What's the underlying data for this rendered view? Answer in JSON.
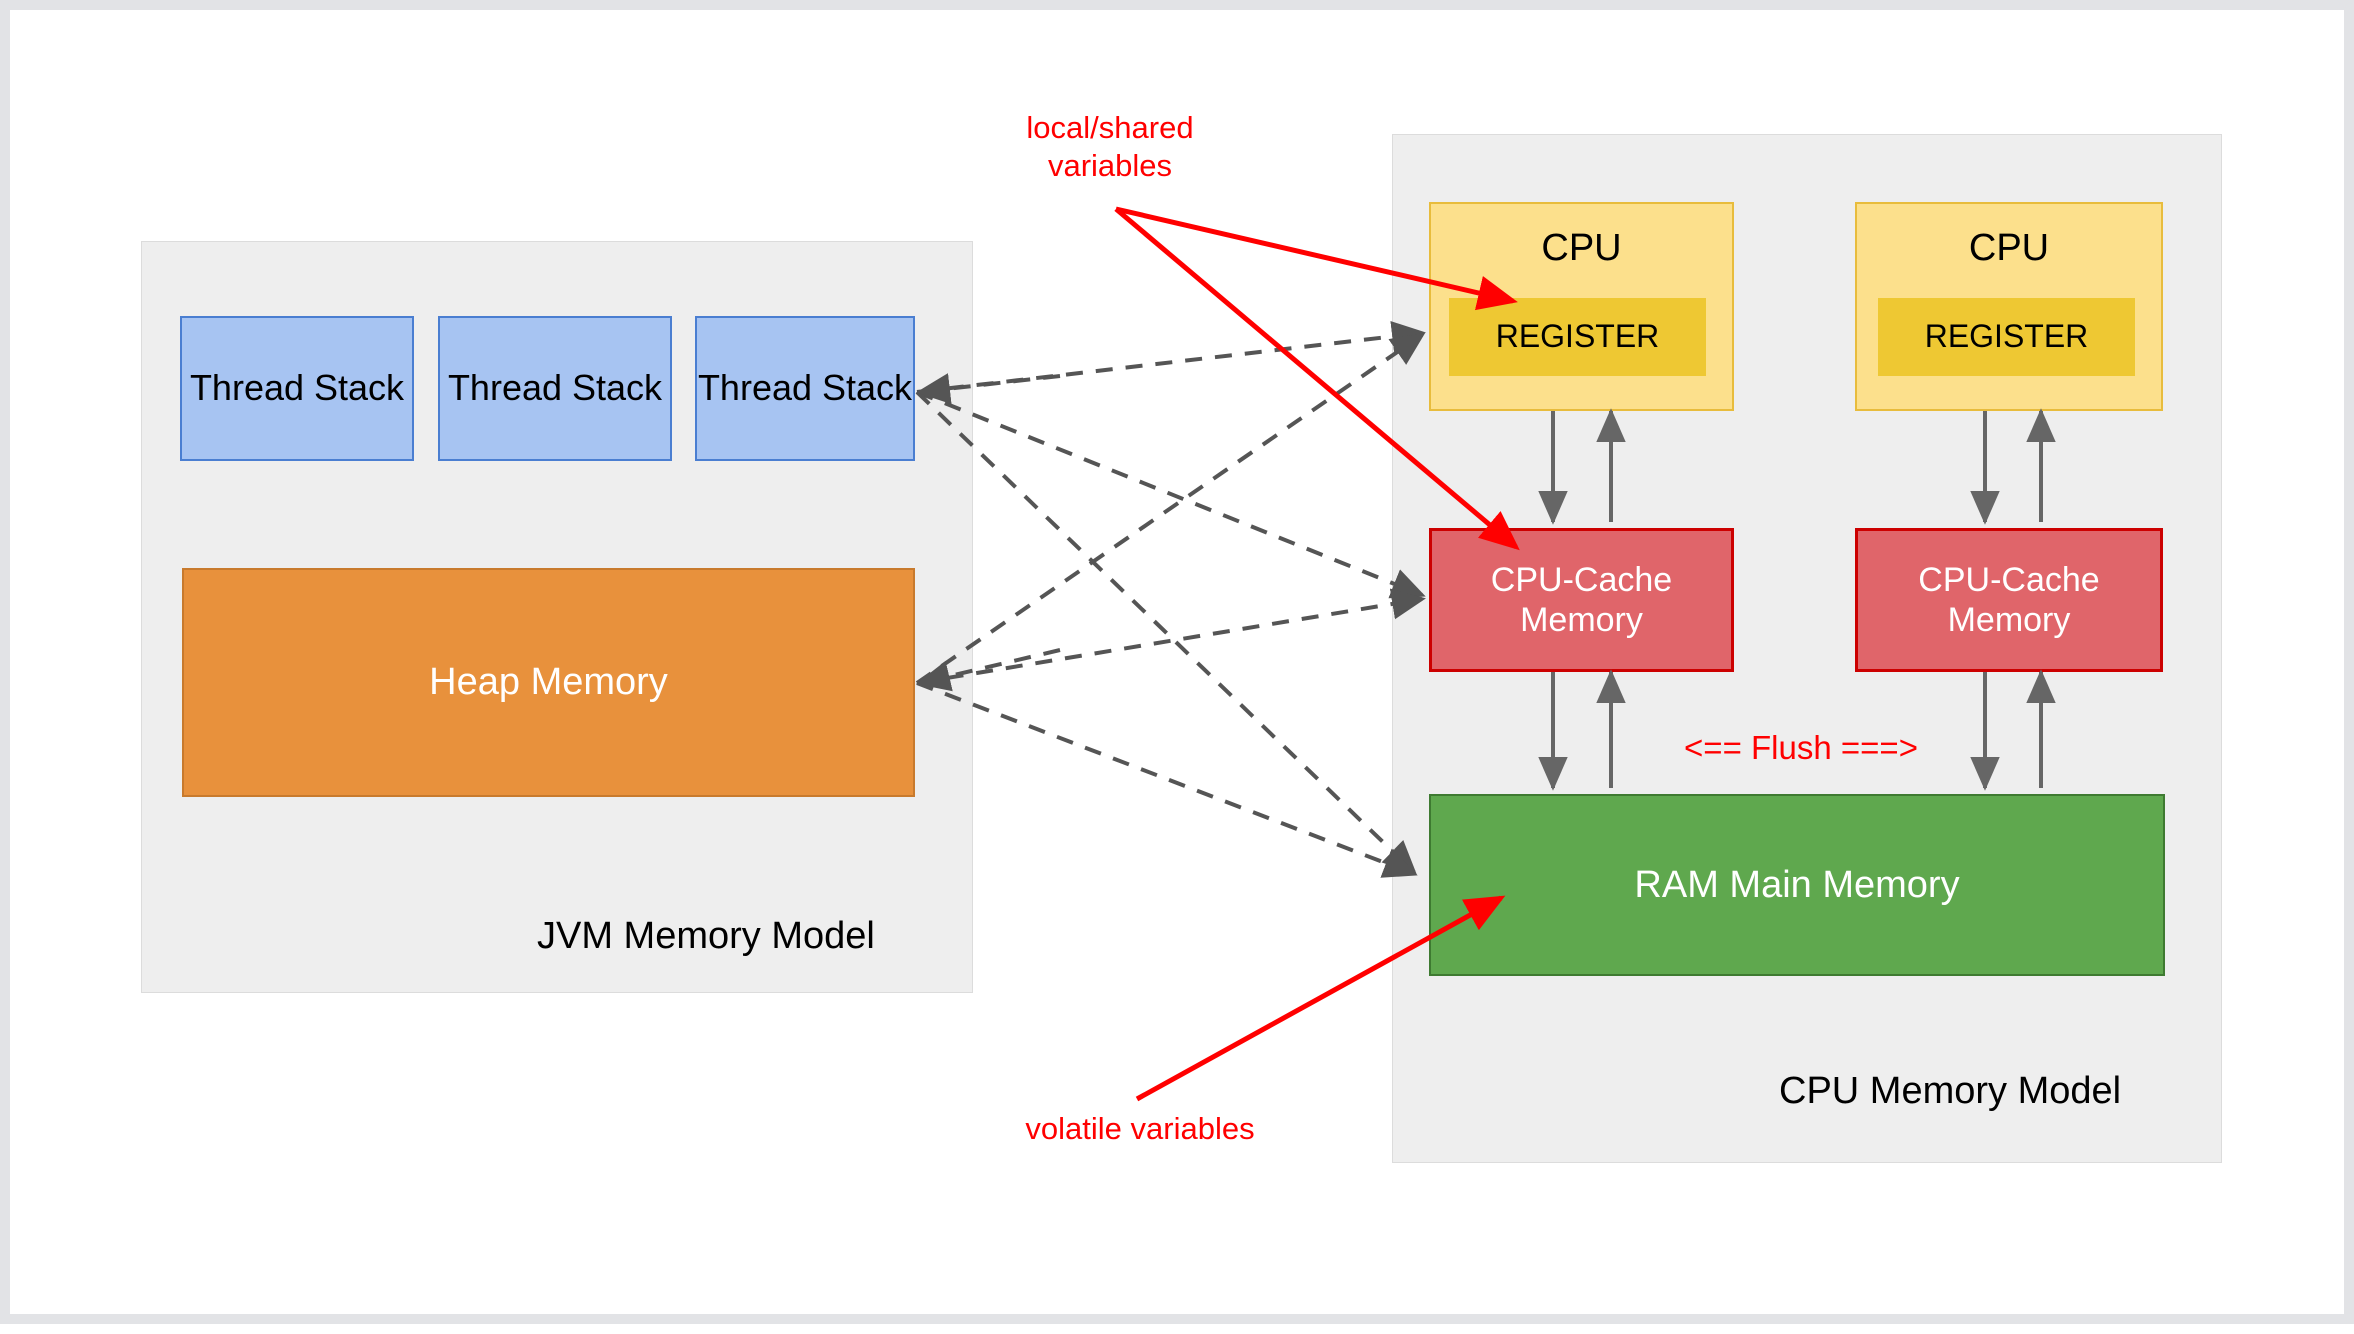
{
  "diagram": {
    "title_visible": false,
    "colors": {
      "panel_bg": "#eeeeee",
      "panel_border": "#dcdcdc",
      "thread_fill": "#a7c4f2",
      "thread_border": "#4a7ed1",
      "heap_fill": "#e8913c",
      "heap_border": "#c87a2d",
      "cpu_fill": "#fce08c",
      "cpu_border": "#e8bc3c",
      "register_fill": "#eec833",
      "cache_fill": "#e0656a",
      "cache_border": "#cc0000",
      "ram_fill": "#5fa84e",
      "ram_border": "#3e7a31",
      "annotation_red": "#ff0000",
      "dashed_arrow": "#555555",
      "solid_arrow": "#666666",
      "canvas_border": "#e2e3e6"
    }
  },
  "jvm_panel": {
    "label": "JVM Memory Model",
    "thread_stacks": [
      {
        "label": "Thread\nStack"
      },
      {
        "label": "Thread\nStack"
      },
      {
        "label": "Thread\nStack"
      }
    ],
    "heap": {
      "label": "Heap Memory"
    }
  },
  "cpu_panel": {
    "label": "CPU Memory Model",
    "cpus": [
      {
        "label": "CPU",
        "register": {
          "label": "REGISTER"
        },
        "cache": {
          "label": "CPU-Cache\nMemory"
        }
      },
      {
        "label": "CPU",
        "register": {
          "label": "REGISTER"
        },
        "cache": {
          "label": "CPU-Cache\nMemory"
        }
      }
    ],
    "ram": {
      "label": "RAM Main Memory"
    },
    "flush": {
      "label": "<== Flush ===>"
    }
  },
  "annotations": [
    {
      "id": "local-shared-variables",
      "label": "local/shared\nvariables"
    },
    {
      "id": "volatile-variables",
      "label": "volatile variables"
    }
  ]
}
